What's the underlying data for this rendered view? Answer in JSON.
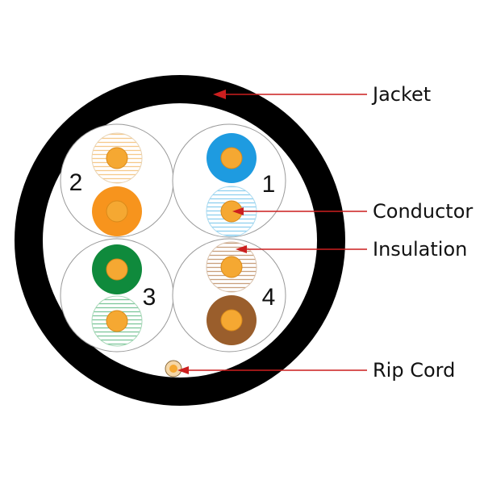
{
  "colors": {
    "jacket": "#000000",
    "callout": "#cc1f1f",
    "conductor": "#f5a832",
    "group_outline": "#9a9a9a",
    "blue": "#1e9be0",
    "orange": "#f7941d",
    "green": "#0f8a3c",
    "brown": "#9a5e2c"
  },
  "pairs": [
    {
      "number": "1",
      "solid": "blue",
      "striped": "blue-white"
    },
    {
      "number": "2",
      "solid": "orange",
      "striped": "orange-white"
    },
    {
      "number": "3",
      "solid": "green",
      "striped": "green-white"
    },
    {
      "number": "4",
      "solid": "brown",
      "striped": "brown-white"
    }
  ],
  "labels": {
    "jacket": "Jacket",
    "conductor": "Conductor",
    "insulation": "Insulation",
    "rip_cord": "Rip Cord"
  }
}
